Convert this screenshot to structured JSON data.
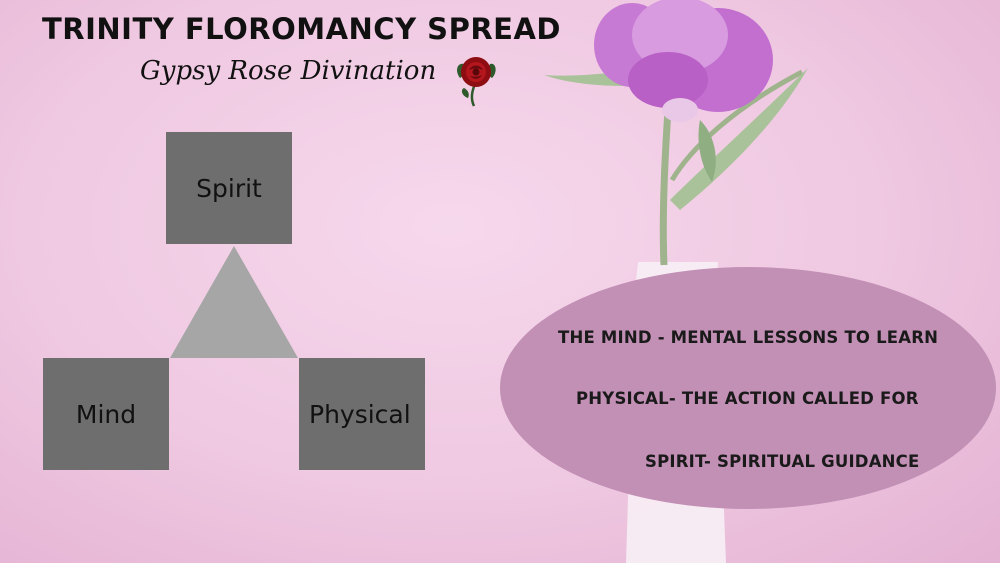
{
  "header": {
    "title": "TRINITY FLOROMANCY SPREAD",
    "subtitle": "Gypsy Rose Divination",
    "logo_icon": "rose-icon"
  },
  "spread": {
    "spirit": "Spirit",
    "mind": "Mind",
    "physical": "Physical"
  },
  "meanings": [
    "THE MIND - MENTAL LESSONS TO LEARN",
    "PHYSICAL- THE ACTION CALLED FOR",
    "SPIRIT- SPIRITUAL GUIDANCE"
  ],
  "colors": {
    "background": "#efc8e1",
    "card": "#6e6e6e",
    "triangle": "#a6a6a6",
    "oval": "#c28fb5",
    "flower": "#c775d0"
  },
  "decor": {
    "flower_icon": "pink-flower-in-vase"
  }
}
